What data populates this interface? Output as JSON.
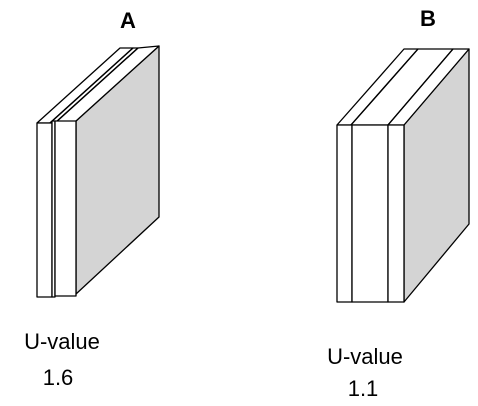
{
  "panels": [
    {
      "label": "A",
      "caption_title": "U-value",
      "caption_value": "1.6"
    },
    {
      "label": "B",
      "caption_title": "U-value",
      "caption_value": "1.1"
    }
  ],
  "colors": {
    "face": "#ffffff",
    "side": "#d4d4d4",
    "stroke": "#000000"
  }
}
